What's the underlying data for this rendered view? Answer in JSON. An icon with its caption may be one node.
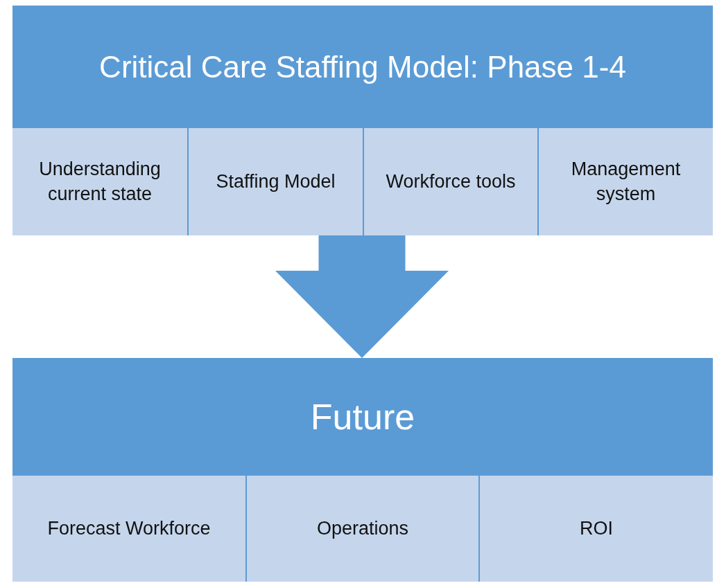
{
  "diagram": {
    "nodes": [
      {
        "text": [
          "Critical Care Staffing Model: Phase 1-4"
        ]
      },
      {
        "text": [
          "Understanding current state"
        ],
        "in": 0
      },
      {
        "text": [
          "Staffing Model"
        ],
        "in": 0
      },
      {
        "text": [
          "Workforce tools"
        ],
        "in": 0
      },
      {
        "text": [
          "Management system"
        ],
        "in": 0
      },
      {
        "text": [
          "Future"
        ]
      },
      {
        "text": [
          "Forecast Workforce"
        ],
        "in": 5
      },
      {
        "text": [
          "Operations"
        ],
        "in": 5
      },
      {
        "text": [
          "ROI"
        ],
        "in": 5
      }
    ],
    "edges": [
      {
        "from": 0,
        "to": 5,
        "arrow": "to"
      }
    ]
  }
}
